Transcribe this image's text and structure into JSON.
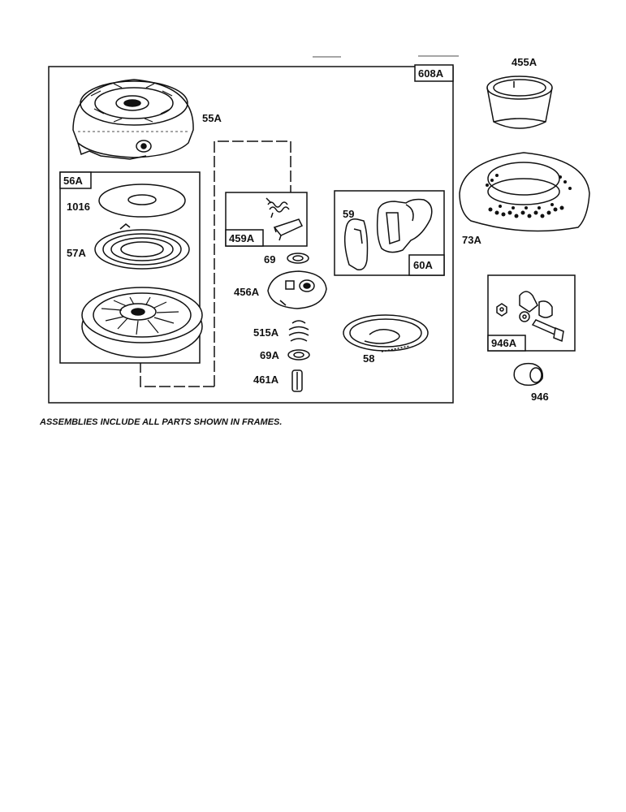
{
  "frames": {
    "main": "608A",
    "starter_pulley": "56A",
    "pawl_spring": "459A",
    "handle": "60A",
    "fastener": "946A"
  },
  "parts": {
    "p55A": "55A",
    "p1016": "1016",
    "p57A": "57A",
    "p69": "69",
    "p456A": "456A",
    "p515A": "515A",
    "p69A": "69A",
    "p461A": "461A",
    "p59": "59",
    "p58": "58",
    "p455A": "455A",
    "p73A": "73A",
    "p946": "946"
  },
  "caption": "ASSEMBLIES INCLUDE ALL PARTS SHOWN IN FRAMES."
}
